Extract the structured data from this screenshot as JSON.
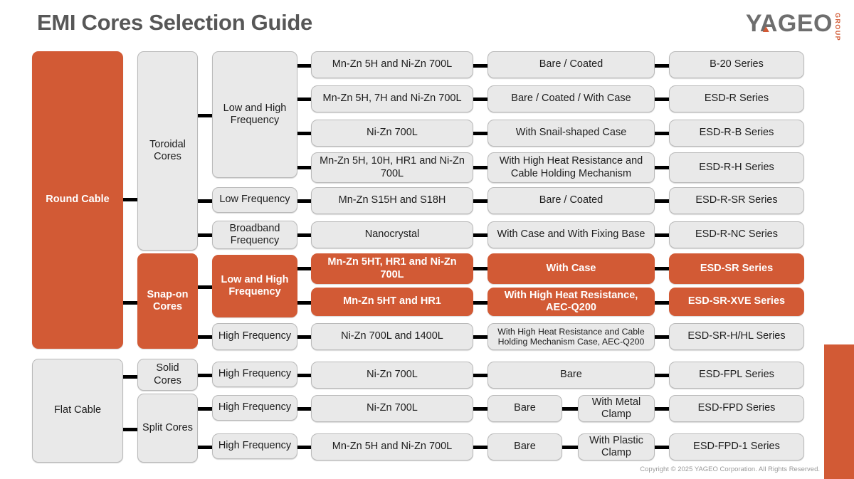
{
  "header": {
    "title": "EMI Cores Selection Guide",
    "logo_word": "YAGEO",
    "logo_sub": "GROUP"
  },
  "colors": {
    "accent": "#D25A35",
    "box_gray": "#e9e9e9",
    "title_gray": "#575757",
    "connector": "#000000"
  },
  "footer": {
    "copyright": "Copyright © 2025 YAGEO Corporation. All Rights Reserved."
  },
  "flow": {
    "cable_types": [
      {
        "id": "round-cable",
        "label": "Round Cable",
        "style": "orange"
      },
      {
        "id": "flat-cable",
        "label": "Flat Cable",
        "style": "gray"
      }
    ],
    "core_types": [
      {
        "id": "toroidal-cores",
        "label": "Toroidal Cores",
        "style": "gray"
      },
      {
        "id": "snap-on-cores",
        "label": "Snap-on Cores",
        "style": "orange"
      },
      {
        "id": "solid-cores",
        "label": "Solid Cores",
        "style": "gray"
      },
      {
        "id": "split-cores",
        "label": "Split Cores",
        "style": "gray"
      }
    ],
    "frequencies": [
      {
        "id": "freq-low-high-toroidal",
        "label": "Low and High Frequency",
        "style": "gray"
      },
      {
        "id": "freq-low-toroidal",
        "label": "Low Frequency",
        "style": "gray"
      },
      {
        "id": "freq-broadband-toroidal",
        "label": "Broadband Frequency",
        "style": "gray"
      },
      {
        "id": "freq-low-high-snapon",
        "label": "Low and High Frequency",
        "style": "orange"
      },
      {
        "id": "freq-high-snapon",
        "label": "High Frequency",
        "style": "gray"
      },
      {
        "id": "freq-high-solid",
        "label": "High Frequency",
        "style": "gray"
      },
      {
        "id": "freq-high-split-1",
        "label": "High Frequency",
        "style": "gray"
      },
      {
        "id": "freq-high-split-2",
        "label": "High Frequency",
        "style": "gray"
      }
    ],
    "rows": [
      {
        "id": "row-b20",
        "material": "Mn-Zn 5H and Ni-Zn 700L",
        "construction": "Bare / Coated",
        "construction_extra": null,
        "series": "B-20 Series",
        "style": "gray"
      },
      {
        "id": "row-esd-r",
        "material": "Mn-Zn 5H, 7H and Ni-Zn 700L",
        "construction": "Bare / Coated / With Case",
        "construction_extra": null,
        "series": "ESD-R Series",
        "style": "gray"
      },
      {
        "id": "row-esd-r-b",
        "material": "Ni-Zn 700L",
        "construction": "With Snail-shaped Case",
        "construction_extra": null,
        "series": "ESD-R-B Series",
        "style": "gray"
      },
      {
        "id": "row-esd-r-h",
        "material": "Mn-Zn 5H, 10H, HR1 and Ni-Zn 700L",
        "construction": "With High Heat Resistance and Cable Holding Mechanism",
        "construction_extra": null,
        "series": "ESD-R-H Series",
        "style": "gray"
      },
      {
        "id": "row-esd-r-sr",
        "material": "Mn-Zn S15H and S18H",
        "construction": "Bare / Coated",
        "construction_extra": null,
        "series": "ESD-R-SR Series",
        "style": "gray"
      },
      {
        "id": "row-esd-r-nc",
        "material": "Nanocrystal",
        "construction": "With Case and With Fixing Base",
        "construction_extra": null,
        "series": "ESD-R-NC Series",
        "style": "gray"
      },
      {
        "id": "row-esd-sr",
        "material": "Mn-Zn 5HT, HR1 and Ni-Zn 700L",
        "construction": "With Case",
        "construction_extra": null,
        "series": "ESD-SR Series",
        "style": "orange"
      },
      {
        "id": "row-esd-sr-xve",
        "material": "Mn-Zn 5HT and HR1",
        "construction": "With High Heat Resistance, AEC-Q200",
        "construction_extra": null,
        "series": "ESD-SR-XVE Series",
        "style": "orange"
      },
      {
        "id": "row-esd-sr-h-hl",
        "material": "Ni-Zn 700L and 1400L",
        "construction": "With High Heat Resistance and Cable Holding Mechanism Case, AEC-Q200",
        "construction_extra": null,
        "series": "ESD-SR-H/HL Series",
        "style": "gray"
      },
      {
        "id": "row-esd-fpl",
        "material": "Ni-Zn 700L",
        "construction": "Bare",
        "construction_extra": null,
        "series": "ESD-FPL Series",
        "style": "gray"
      },
      {
        "id": "row-esd-fpd",
        "material": "Ni-Zn 700L",
        "construction": "Bare",
        "construction_extra": "With Metal Clamp",
        "series": "ESD-FPD Series",
        "style": "gray"
      },
      {
        "id": "row-esd-fpd-1",
        "material": "Mn-Zn 5H and Ni-Zn 700L",
        "construction": "Bare",
        "construction_extra": "With Plastic Clamp",
        "series": "ESD-FPD-1 Series",
        "style": "gray"
      }
    ]
  }
}
